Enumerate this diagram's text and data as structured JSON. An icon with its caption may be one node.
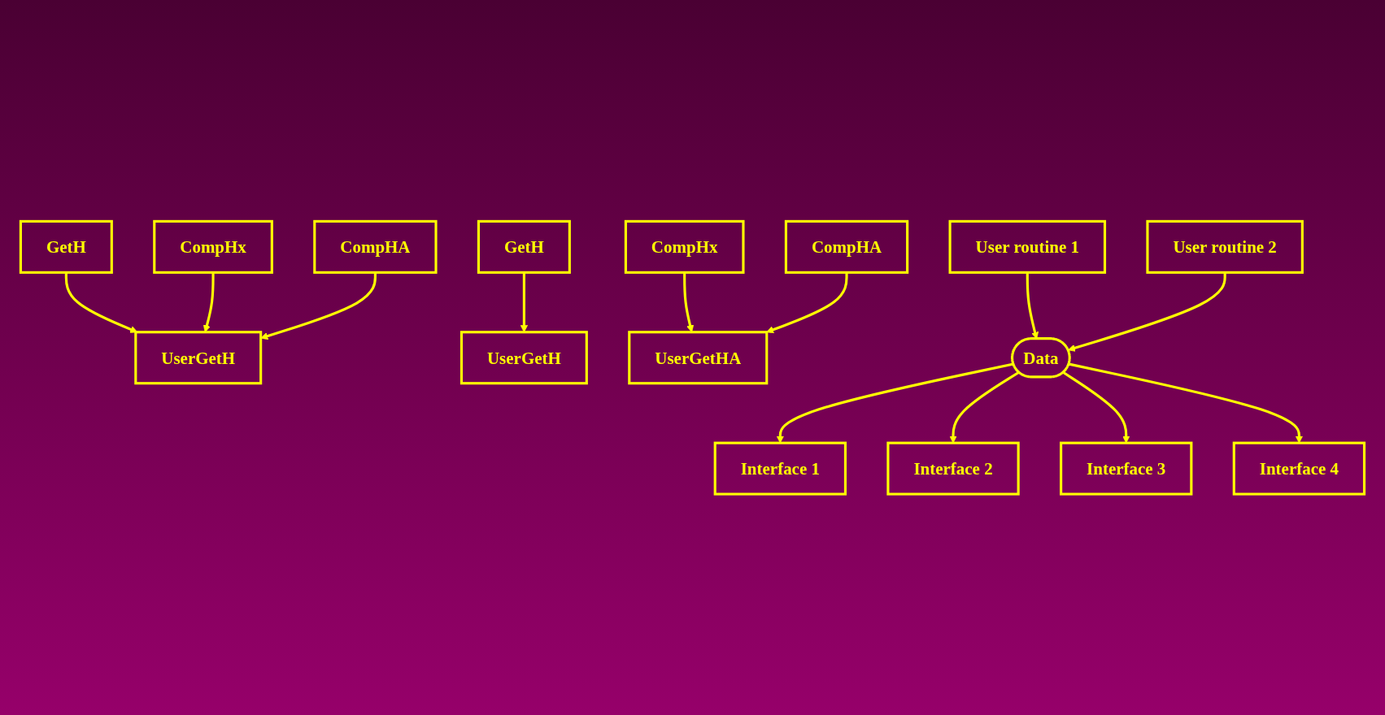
{
  "diagram": {
    "nodes": [
      {
        "text": [
          "GetH"
        ]
      },
      {
        "text": [
          "CompHx"
        ]
      },
      {
        "text": [
          "CompHA"
        ]
      },
      {
        "text": [
          "UserGetH"
        ]
      },
      {
        "text": [
          "GetH"
        ]
      },
      {
        "text": [
          "CompHx"
        ]
      },
      {
        "text": [
          "CompHA"
        ]
      },
      {
        "text": [
          "UserGetH"
        ]
      },
      {
        "text": [
          "UserGetHA"
        ]
      },
      {
        "text": [
          "Interface 1"
        ]
      },
      {
        "text": [
          "Interface 2"
        ]
      },
      {
        "text": [
          "Interface 3"
        ]
      },
      {
        "text": [
          "Interface 4"
        ]
      },
      {
        "text": [
          "Data"
        ]
      },
      {
        "text": [
          "User routine 1"
        ]
      },
      {
        "text": [
          "User routine 2"
        ]
      }
    ],
    "edges": [
      {
        "from": 0,
        "to": 3,
        "arrow": "to"
      },
      {
        "from": 1,
        "to": 3,
        "arrow": "to"
      },
      {
        "from": 2,
        "to": 3,
        "arrow": "to"
      },
      {
        "from": 4,
        "to": 7,
        "arrow": "to"
      },
      {
        "from": 5,
        "to": 8,
        "arrow": "to"
      },
      {
        "from": 6,
        "to": 8,
        "arrow": "to"
      },
      {
        "from": 13,
        "to": 9,
        "arrow": "to"
      },
      {
        "from": 13,
        "to": 10,
        "arrow": "to"
      },
      {
        "from": 13,
        "to": 11,
        "arrow": "to"
      },
      {
        "from": 13,
        "to": 12,
        "arrow": "to"
      },
      {
        "from": 14,
        "to": 13,
        "arrow": "to"
      },
      {
        "from": 15,
        "to": 13,
        "arrow": "to"
      }
    ]
  }
}
